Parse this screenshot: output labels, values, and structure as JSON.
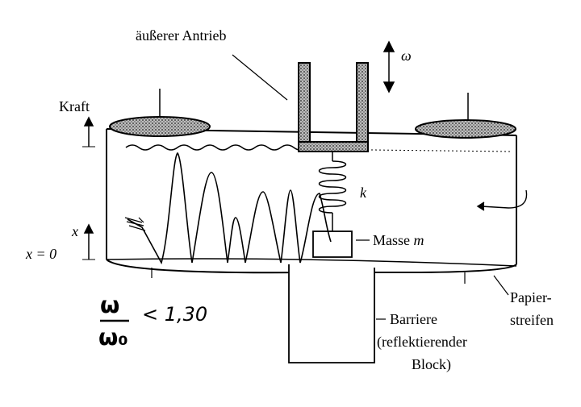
{
  "labels": {
    "drive": "äußerer Antrieb",
    "omega": "ω",
    "force": "Kraft",
    "spring_k": "k",
    "x_axis": "x",
    "x_zero": "x = 0",
    "mass_prefix": "Masse ",
    "mass_symbol": "m",
    "paper_line1": "Papier-",
    "paper_line2": "streifen",
    "barrier_line1": "Barriere",
    "barrier_line2": "(reflektierender",
    "barrier_line3": "Block)"
  },
  "handwritten": {
    "numerator": "ω",
    "denominator": "ω₀",
    "relation": "< 1,30"
  },
  "colors": {
    "ink": "#000000",
    "hatch": "#555555",
    "paper": "#ffffff"
  }
}
